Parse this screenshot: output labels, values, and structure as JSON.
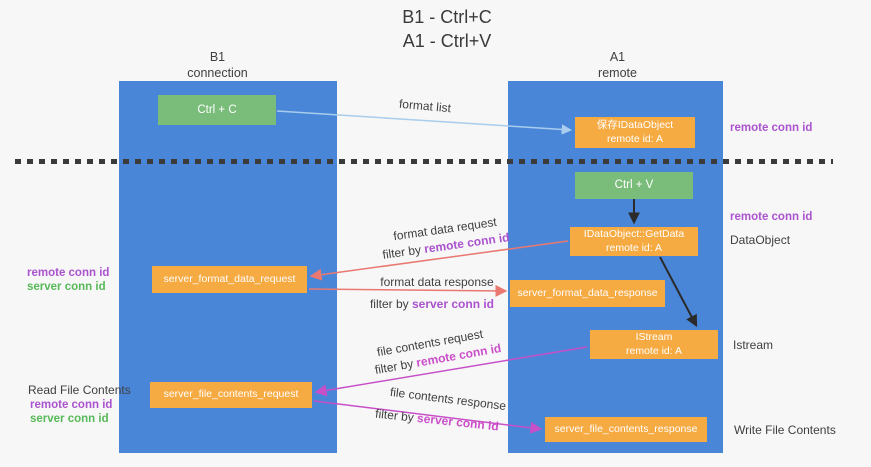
{
  "title": {
    "line1": "B1 - Ctrl+C",
    "line2": "A1 - Ctrl+V"
  },
  "lifelines": {
    "b1": {
      "name": "B1",
      "role": "connection"
    },
    "a1": {
      "name": "A1",
      "role": "remote"
    }
  },
  "nodes": {
    "ctrl_c": {
      "label": "Ctrl + C"
    },
    "save_idataobject": {
      "line1": "保存IDataObject",
      "line2": "remote id: A"
    },
    "ctrl_v": {
      "label": "Ctrl + V"
    },
    "getdata": {
      "line1": "IDataObject::GetData",
      "line2": "remote id: A"
    },
    "server_format_data_request": {
      "label": "server_format_data_request"
    },
    "server_format_data_response": {
      "label": "server_format_data_response"
    },
    "istream": {
      "line1": "IStream",
      "line2": "remote id: A"
    },
    "server_file_contents_request": {
      "label": "server_file_contents_request"
    },
    "server_file_contents_response": {
      "label": "server_file_contents_response"
    }
  },
  "arrow_labels": {
    "format_list": "format list",
    "format_data_request": "format data request",
    "format_data_response": "format data response",
    "file_contents_request": "file contents request",
    "file_contents_response": "file contents response",
    "filter_by": "filter by ",
    "remote_conn_id": "remote conn id",
    "server_conn_id": "server conn id"
  },
  "annotations": {
    "remote_conn_id_top": "remote conn id",
    "remote_conn_id_mid": "remote conn id",
    "dataobject": "DataObject",
    "istream": "Istream",
    "write_file_contents": "Write File Contents",
    "read_file_contents": "Read File Contents",
    "b1_remote_conn_id_1": "remote conn id",
    "b1_server_conn_id_1": "server conn id",
    "b1_remote_conn_id_2": "remote conn id",
    "b1_server_conn_id_2": "server conn id"
  },
  "colors": {
    "lifeline_blue": "#4A86D8",
    "node_orange": "#F6AA42",
    "node_green": "#7ABD7A",
    "arrow_lightblue": "#A9CDEC",
    "arrow_salmon": "#E97870",
    "arrow_magenta": "#C750C8",
    "arrow_black": "#2b2b2b",
    "highlight_purple": "#AB53CE",
    "highlight_magenta": "#CB4FC9",
    "highlight_green": "#57B957"
  }
}
